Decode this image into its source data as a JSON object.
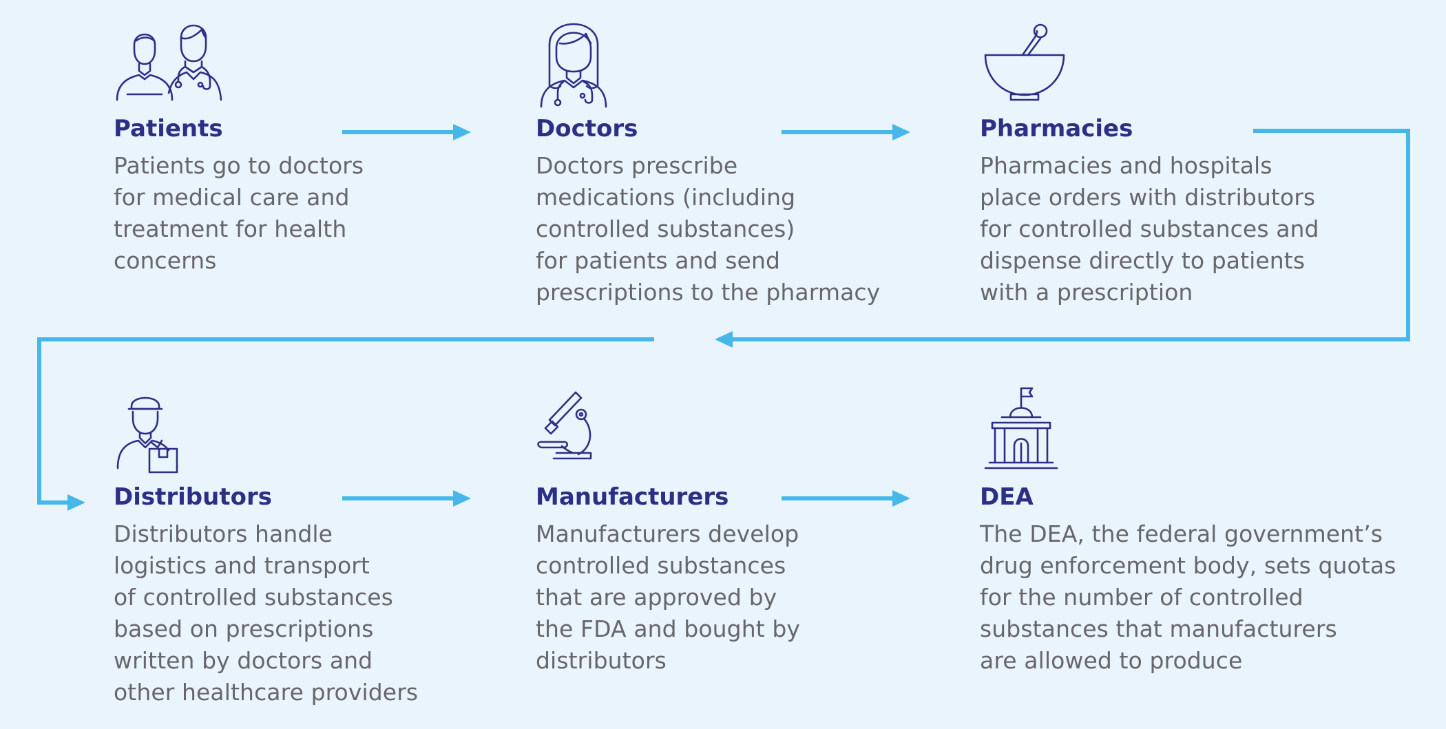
{
  "colors": {
    "background": "#e9f4fc",
    "title": "#2b2f86",
    "body_text": "#66666b",
    "arrow": "#45b7e8",
    "icon": "#2b2f86"
  },
  "nodes": [
    {
      "id": "patients",
      "icon": "patient-doctor-icon",
      "title": "Patients",
      "lines": [
        "Patients go to doctors",
        "for medical care and",
        "treatment for health",
        "concerns"
      ]
    },
    {
      "id": "doctors",
      "icon": "doctor-icon",
      "title": "Doctors",
      "lines": [
        "Doctors prescribe",
        "medications (including",
        "controlled substances)",
        "for patients and send",
        "prescriptions to the pharmacy"
      ]
    },
    {
      "id": "pharmacies",
      "icon": "mortar-pestle-icon",
      "title": "Pharmacies",
      "lines": [
        "Pharmacies and hospitals",
        "place orders with distributors",
        "for controlled substances and",
        "dispense directly to patients",
        "with a prescription"
      ]
    },
    {
      "id": "distributors",
      "icon": "delivery-person-icon",
      "title": "Distributors",
      "lines": [
        "Distributors handle",
        "logistics and transport",
        "of controlled substances",
        "based on prescriptions",
        "written by doctors and",
        "other healthcare providers"
      ]
    },
    {
      "id": "manufacturers",
      "icon": "microscope-icon",
      "title": "Manufacturers",
      "lines": [
        "Manufacturers develop",
        "controlled substances",
        "that are approved by",
        "the FDA and bought by",
        "distributors"
      ]
    },
    {
      "id": "dea",
      "icon": "government-building-icon",
      "title": "DEA",
      "lines": [
        "The DEA, the federal government’s",
        "drug enforcement body, sets quotas",
        "for the number of controlled",
        "substances that manufacturers",
        "are allowed to produce"
      ]
    }
  ],
  "edges": [
    {
      "from": "patients",
      "to": "doctors"
    },
    {
      "from": "doctors",
      "to": "pharmacies"
    },
    {
      "from": "pharmacies",
      "to": "distributors"
    },
    {
      "from": "distributors",
      "to": "manufacturers"
    },
    {
      "from": "manufacturers",
      "to": "dea"
    }
  ]
}
